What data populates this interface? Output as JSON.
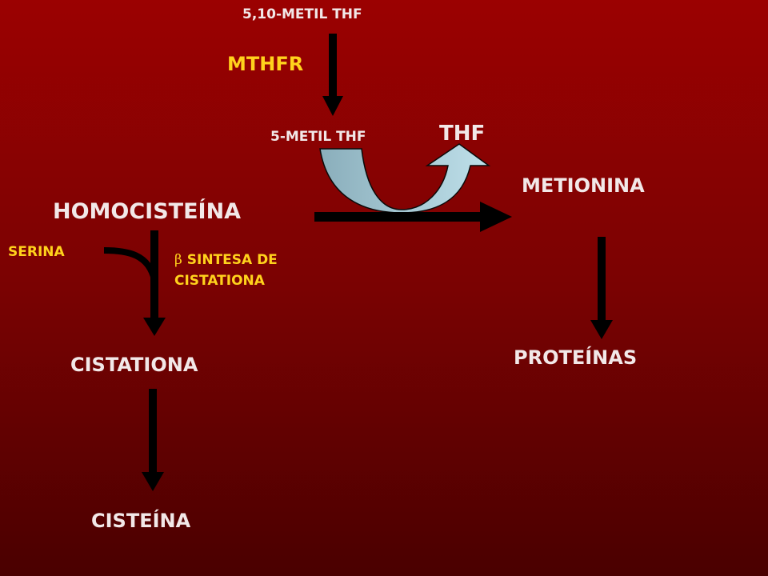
{
  "diagram": {
    "nodes": {
      "methylene_thf": "5,10-METIL THF",
      "methyl_thf": "5-METIL THF",
      "thf": "THF",
      "metionina": "METIONINA",
      "homocisteina": "HOMOCISTEÍNA",
      "serina": "SERINA",
      "cistationa": "CISTATIONA",
      "proteinas": "PROTEÍNAS",
      "cisteina": "CISTEÍNA"
    },
    "enzymes": {
      "mthfr": "MTHFR",
      "cbs_symbol": "β",
      "cbs_line1": "SINTESA DE",
      "cbs_line2": "CISTATIONA"
    }
  },
  "colors": {
    "background_top": "#9b0101",
    "background_bottom": "#4a0000",
    "node_text": "#f2e8e8",
    "enzyme_text": "#ffd21c",
    "arrow": "#000000",
    "curved_arrow_in": "#8db4c4",
    "curved_arrow_out": "#b9dbe6"
  }
}
